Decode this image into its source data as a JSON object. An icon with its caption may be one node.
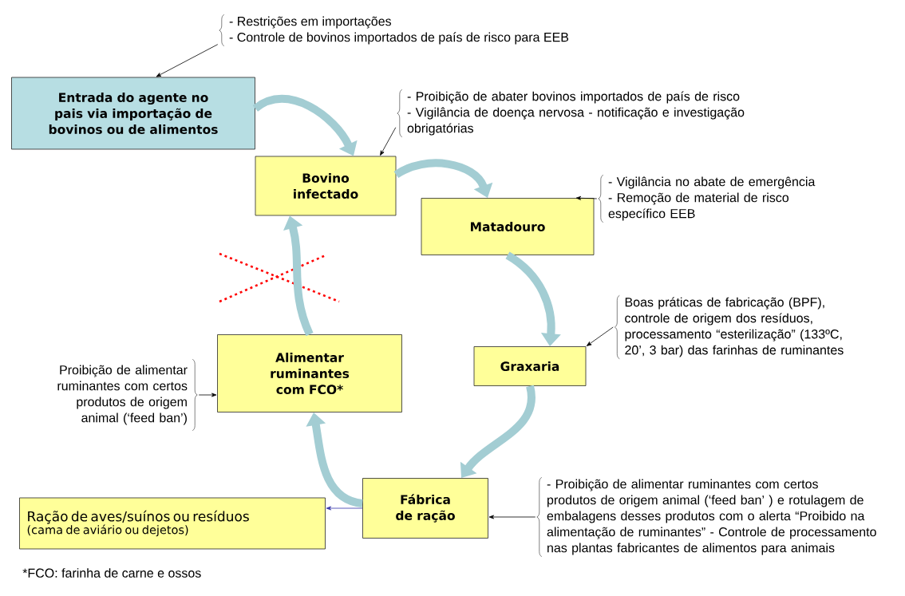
{
  "diagram": {
    "nodes": [
      {
        "text": [
          "Entrada do agente no pais via importação de bovinos ou de alimentos"
        ]
      },
      {
        "text": [
          "Bovino infectado"
        ]
      },
      {
        "text": [
          "Matadouro"
        ]
      },
      {
        "text": [
          "Graxaria"
        ]
      },
      {
        "text": [
          "Fábrica de ração"
        ]
      },
      {
        "text": [
          "Alimentar ruminantes com FCO*"
        ]
      },
      {
        "text": [
          "Ração de aves/suínos ou resíduos",
          "(cama de aviário ou dejetos)"
        ]
      },
      {
        "text": [
          "- Restrições em importações",
          "- Controle de bovinos importados de país de risco para EEB"
        ]
      },
      {
        "text": [
          "- Proibição de abater bovinos importados de país de risco",
          "- Vigilância de doença nervosa - notificação e investigação obrigatórias"
        ]
      },
      {
        "text": [
          "- Vigilância no abate de emergência",
          "- Remoção de material de risco específico EEB"
        ]
      },
      {
        "text": [
          "Boas práticas de fabricação (BPF), controle de origem dos resíduos, processamento “esterilização” (133ºC, 20’, 3 bar) das farinhas de ruminantes"
        ]
      },
      {
        "text": [
          "Proibição de alimentar ruminantes com certos produtos de origem animal (‘feed ban’)"
        ]
      },
      {
        "text": [
          "- Proibição de alimentar ruminantes com certos produtos de origem animal (‘feed ban’ ) e rotulagem de embalagens desses produtos com o alerta “Proibido na alimentação de ruminantes” - Controle de processamento nas plantas fabricantes de alimentos para animais"
        ]
      }
    ],
    "edges": [
      {
        "from": 0,
        "to": 1,
        "arrow": "to",
        "style": "thick"
      },
      {
        "from": 1,
        "to": 2,
        "arrow": "to",
        "style": "thick"
      },
      {
        "from": 2,
        "to": 3,
        "arrow": "to",
        "style": "thick"
      },
      {
        "from": 3,
        "to": 4,
        "arrow": "to",
        "style": "thick"
      },
      {
        "from": 4,
        "to": 5,
        "arrow": "to",
        "style": "thick"
      },
      {
        "from": 5,
        "to": 1,
        "arrow": "to",
        "style": "thick"
      },
      {
        "from": 7,
        "to": 0,
        "arrow": "to",
        "color": "#000000"
      },
      {
        "from": 8,
        "to": 1,
        "arrow": "to",
        "color": "#000000"
      },
      {
        "from": 9,
        "to": 2,
        "arrow": "to",
        "color": "#000000"
      },
      {
        "from": 10,
        "to": 3,
        "arrow": "to",
        "color": "#000000"
      },
      {
        "from": 11,
        "to": 5,
        "arrow": "to",
        "color": "#000000"
      },
      {
        "from": 12,
        "to": 4,
        "arrow": "to",
        "color": "#000000"
      },
      {
        "from": 4,
        "to": 6,
        "arrow": "to",
        "color": "#3333aa"
      }
    ],
    "labels": [
      "*FCO: farinha de carne e ossos"
    ]
  }
}
